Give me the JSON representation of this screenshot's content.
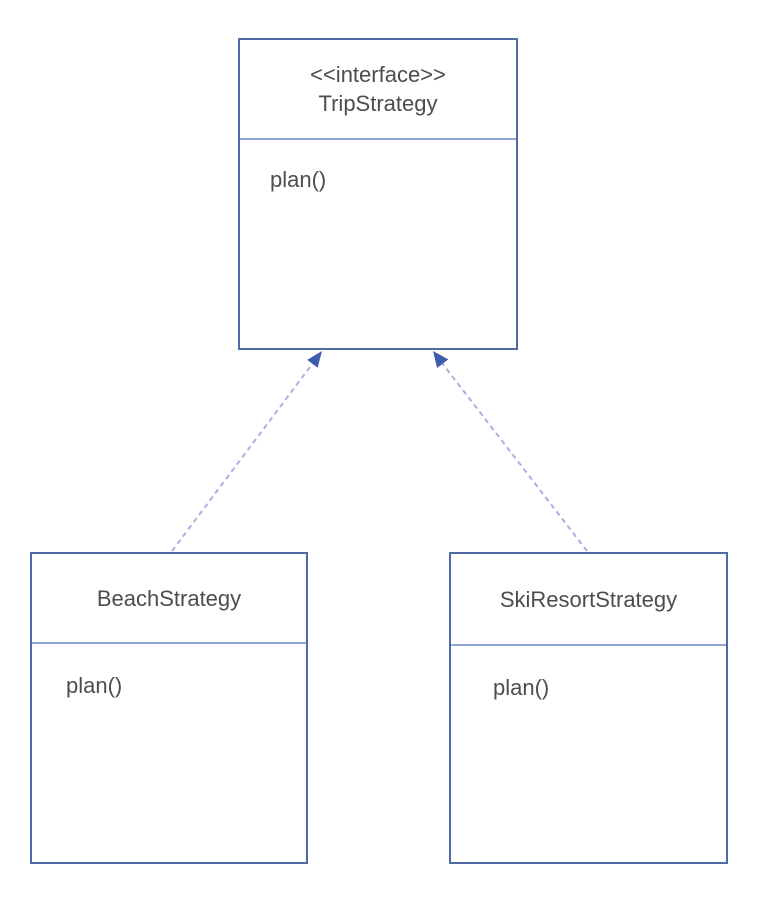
{
  "diagram": {
    "type": "uml-class-diagram",
    "interface_box": {
      "stereotype": "<<interface>>",
      "name": "TripStrategy",
      "methods": [
        "plan()"
      ]
    },
    "class_boxes": [
      {
        "name": "BeachStrategy",
        "methods": [
          "plan()"
        ]
      },
      {
        "name": "SkiResortStrategy",
        "methods": [
          "plan()"
        ]
      }
    ],
    "relationships": [
      {
        "type": "realization",
        "from": "BeachStrategy",
        "to": "TripStrategy",
        "line_style": "dashed",
        "arrowhead": "filled-triangle"
      },
      {
        "type": "realization",
        "from": "SkiResortStrategy",
        "to": "TripStrategy",
        "line_style": "dashed",
        "arrowhead": "filled-triangle"
      }
    ],
    "colors": {
      "background": "#ffffff",
      "box_border": "#4d68a2",
      "separator": "#8fa6d4",
      "dash_line": "#a2b4de",
      "arrowhead": "#3e5dad",
      "text": "#4d4d4d"
    }
  }
}
